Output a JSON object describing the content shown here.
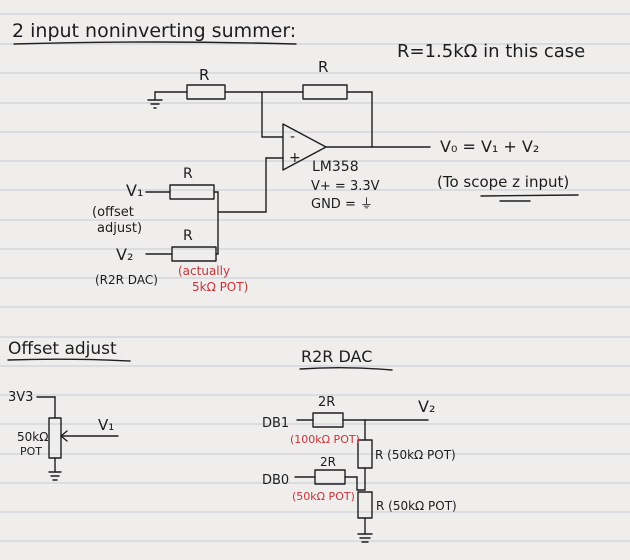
{
  "title": "2 input noninverting summer:",
  "r_note": "R=1.5kΩ in this case",
  "summer": {
    "r_top_left": "R",
    "r_top_right": "R",
    "r_in1": "R",
    "r_in2": "R",
    "minus": "-",
    "plus": "+",
    "opamp": "LM358",
    "vplus": "V+ = 3.3V",
    "gnd": "GND = ⏚",
    "vo": "V₀ = V₁ + V₂",
    "scope": "(To scope z input)",
    "v1": "V₁",
    "offset1": "(offset",
    "offset2": "adjust)",
    "v2": "V₂",
    "dac": "(R2R DAC)",
    "actually1": "(actually",
    "actually2": "5kΩ POT)"
  },
  "offset_section": {
    "title": "Offset adjust",
    "supply": "3V3",
    "pot1": "50kΩ",
    "pot2": "POT",
    "out": "V₁"
  },
  "dac_section": {
    "title": "R2R DAC",
    "r_top": "2R",
    "db1": "DB1",
    "db1_note": "(100kΩ POT)",
    "out": "V₂",
    "r_shunt1": "R (50kΩ POT)",
    "r_mid": "2R",
    "db0": "DB0",
    "db0_note": "(50kΩ POT)",
    "r_shunt2": "R (50kΩ POT)"
  },
  "colors": {
    "ink": "#1f1f22",
    "red": "#c8343a",
    "paper": "#efeeec",
    "rule": "#b9bfcc"
  }
}
